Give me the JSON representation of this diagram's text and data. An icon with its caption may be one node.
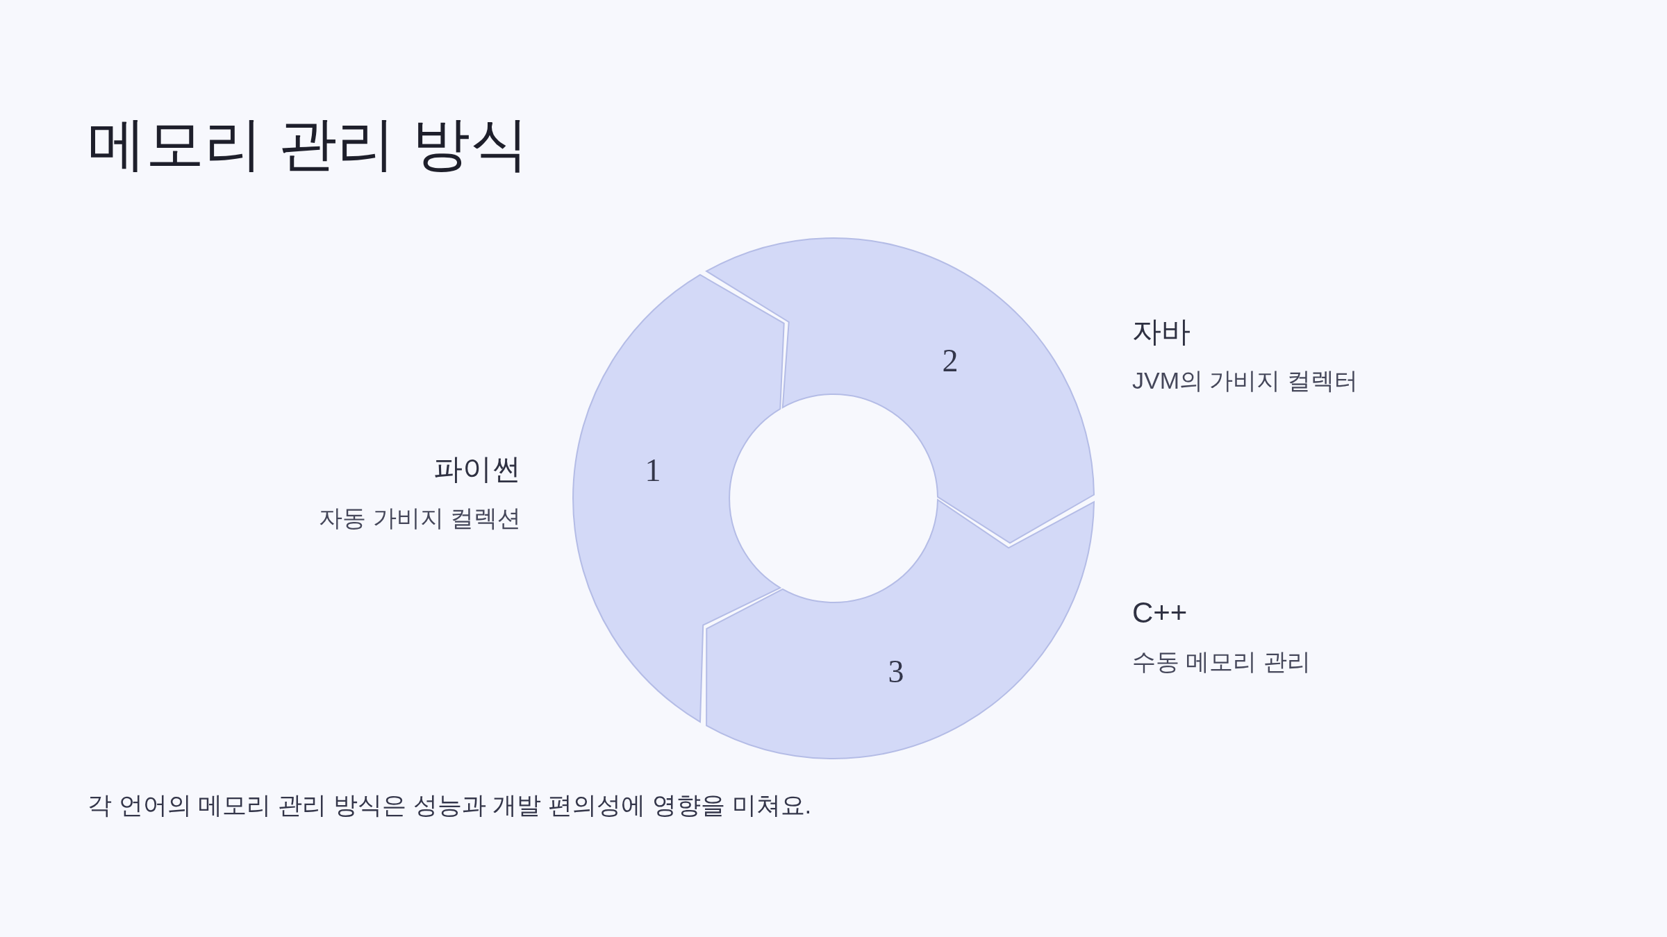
{
  "diagram": {
    "title": "메모리 관리 방식",
    "nodes": [
      {
        "text": [
          "1"
        ],
        "beside": [
          "파이썬",
          "자동 가비지 컬렉션"
        ]
      },
      {
        "text": [
          "2"
        ],
        "beside": [
          "자바",
          "JVM의 가비지 컬렉터"
        ]
      },
      {
        "text": [
          "3"
        ],
        "beside": [
          "C++",
          "수동 메모리 관리"
        ]
      }
    ],
    "caption": "각 언어의 메모리 관리 방식은 성능과 개발 편의성에 영향을 미쳐요."
  }
}
